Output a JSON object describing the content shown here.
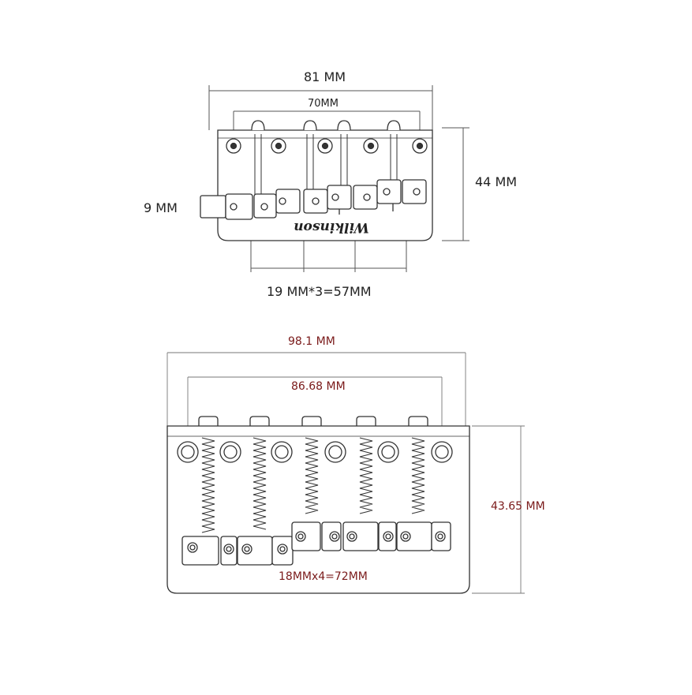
{
  "top_diagram": {
    "width_label": "81 MM",
    "hole_span_label": "70MM",
    "height_label": "44 MM",
    "saddle_height_label": "9 MM",
    "string_spacing_label": "19 MM*3=57MM",
    "brand_logo": "Wilkinson",
    "saddle_count": 4,
    "mounting_holes": 5
  },
  "bottom_diagram": {
    "width_label": "98.1 MM",
    "hole_span_label": "86.68 MM",
    "height_label": "43.65 MM",
    "string_spacing_label": "18MMx4=72MM",
    "saddle_count": 5,
    "mounting_holes": 6
  },
  "colors": {
    "line": "#333333",
    "dimension_line": "#555555",
    "bottom_label": "#7a1a1a"
  }
}
